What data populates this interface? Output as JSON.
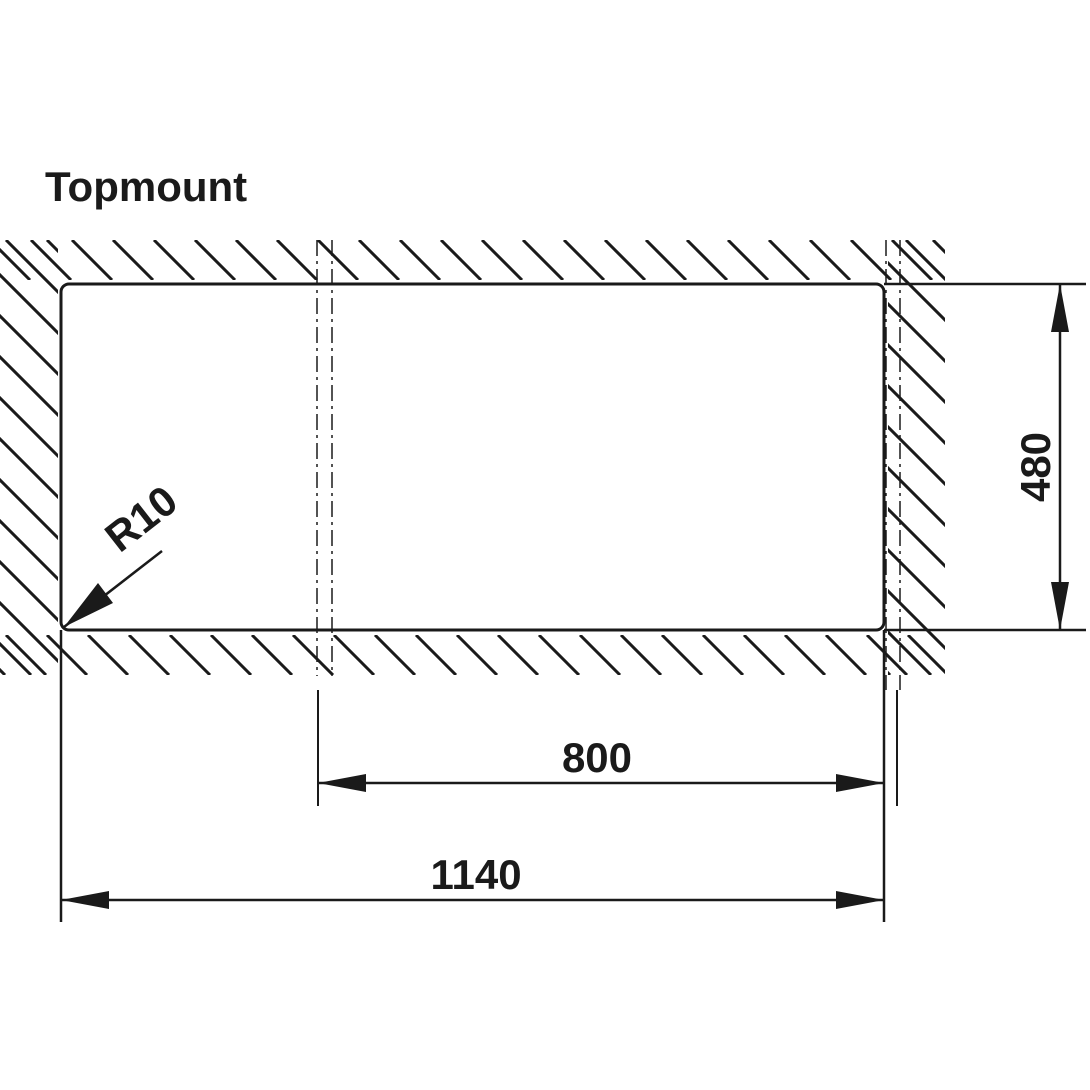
{
  "title": "Topmount",
  "dimensions": {
    "radius": "R10",
    "bowl_width": "800",
    "overall_length": "1140",
    "depth": "480"
  },
  "colors": {
    "ink": "#1a1a1a",
    "background": "#ffffff"
  }
}
